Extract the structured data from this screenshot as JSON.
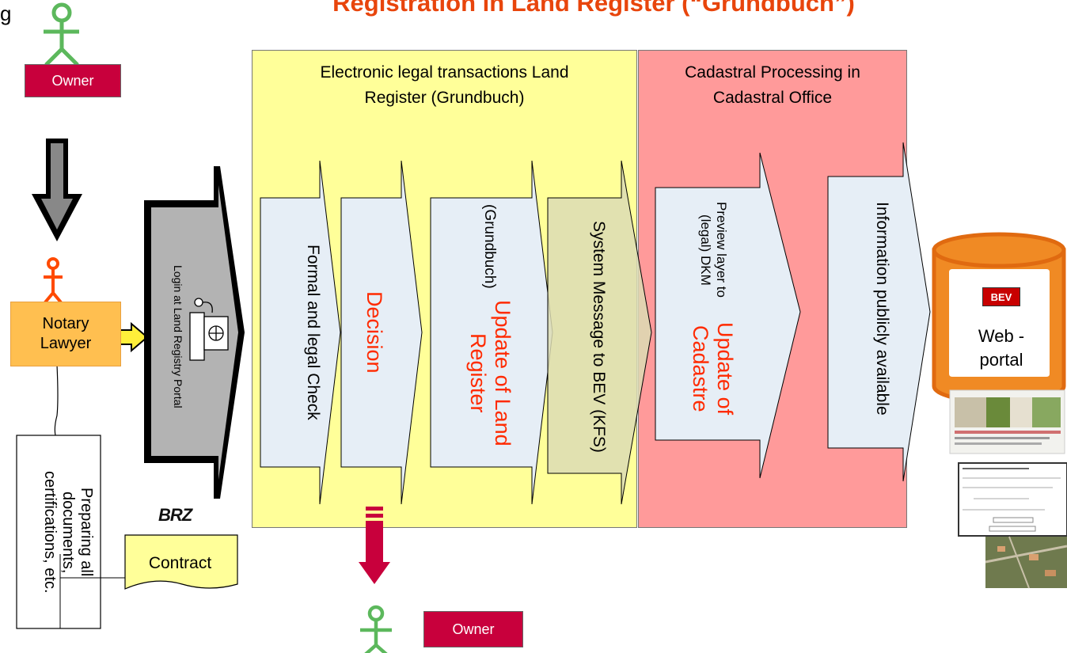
{
  "title": "Registration in Land Register (“Grundbuch”)",
  "edge_char": "g",
  "owner_top": "Owner",
  "owner_bottom": "Owner",
  "notary": "Notary Lawyer",
  "portal_login": "Login at Land Registry Portal",
  "preparing": "Preparing all documents, certifications, etc.",
  "contract": "Contract",
  "brz_logo": "BRZ",
  "panel_yellow_title": "Electronic legal transactions Land Register (Grundbuch)",
  "panel_red_title": "Cadastral Processing in Cadastral Office",
  "steps": {
    "formal_check": "Formal and legal Check",
    "decision": "Decision",
    "update_land_register_title": "Update of Land Register",
    "update_land_register_sub": "(Grundbuch)",
    "system_message": "System Message to BEV (KFS)",
    "update_cadastre_title": "Update of Cadastre",
    "update_cadastre_sub": "Preview layer to (legal) DKM",
    "information": "Information publicly available"
  },
  "bev_logo": "BEV",
  "web_portal": "Web - portal",
  "colors": {
    "title": "#e8450c",
    "accent_red": "#ff2a00",
    "yellow_panel": "#ffff99",
    "red_panel": "#ff9a9a",
    "owner_box": "#c8003c",
    "notary_box": "#ffbf50",
    "stick_green": "#5cb85c",
    "stick_orange": "#ff4a00",
    "web_portal": "#f08a24"
  }
}
